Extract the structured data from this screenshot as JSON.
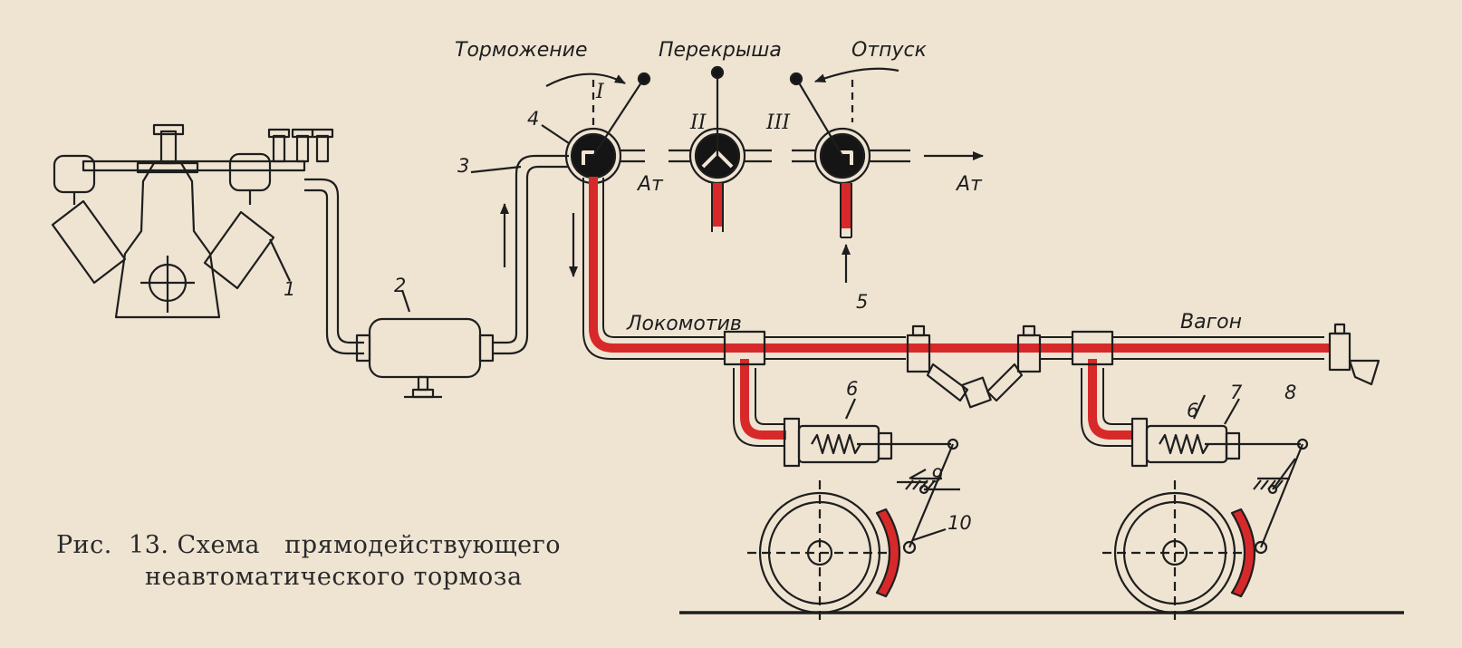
{
  "caption": {
    "line1": "Рис.  13. Схема   прямодействующего",
    "line2": "неавтоматического тормоза"
  },
  "valve_positions": [
    {
      "label": "Торможение",
      "roman": "I"
    },
    {
      "label": "Перекрыша",
      "roman": "II"
    },
    {
      "label": "Отпуск",
      "roman": "III"
    }
  ],
  "atmosphere_label": "Ат",
  "section_labels": {
    "locomotive": "Локомотив",
    "wagon": "Вагон"
  },
  "part_numbers": [
    "1",
    "2",
    "3",
    "4",
    "5",
    "6",
    "6",
    "7",
    "8",
    "9",
    "10"
  ],
  "colors": {
    "paper": "#efe4d2",
    "ink": "#1e1e1e",
    "air_pipe_red": "#d8292a",
    "valve_fill": "#151515"
  }
}
